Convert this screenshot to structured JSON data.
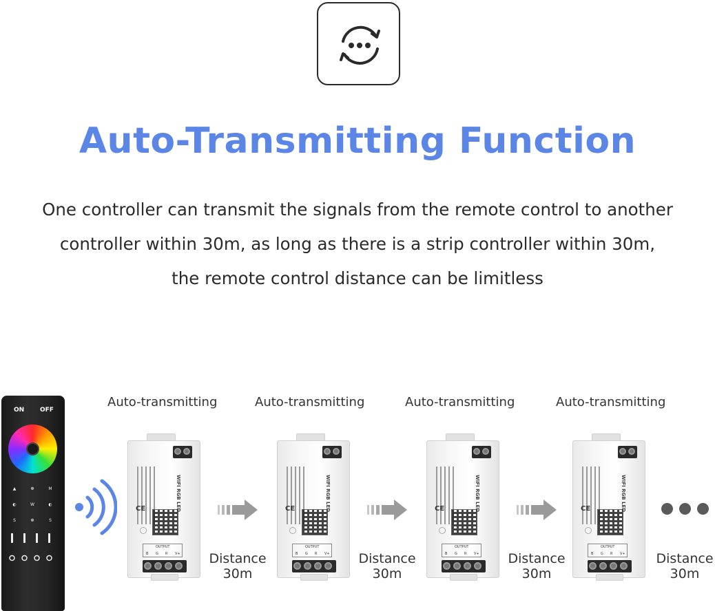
{
  "header": {
    "icon": "auto-transmit-icon",
    "title": "Auto-Transmitting Function",
    "description": [
      "One controller can transmit the signals from the remote control to another",
      "controller within 30m, as long as there is a strip controller within 30m,",
      "the remote control distance can be limitless"
    ]
  },
  "remote": {
    "on_label": "ON",
    "off_label": "OFF",
    "icon": "remote-control-icon"
  },
  "controllers": [
    {
      "label": "Auto-transmitting",
      "distance_line1": "Distance",
      "distance_line2": "30m"
    },
    {
      "label": "Auto-transmitting",
      "distance_line1": "Distance",
      "distance_line2": "30m"
    },
    {
      "label": "Auto-transmitting",
      "distance_line1": "Distance",
      "distance_line2": "30m"
    },
    {
      "label": "Auto-transmitting",
      "distance_line1": "Distance",
      "distance_line2": "30m"
    }
  ],
  "colors": {
    "title": "#5b86e5",
    "signal": "#5b86e5",
    "arrow": "#9a9a9a",
    "dots": "#5a5a5a"
  }
}
